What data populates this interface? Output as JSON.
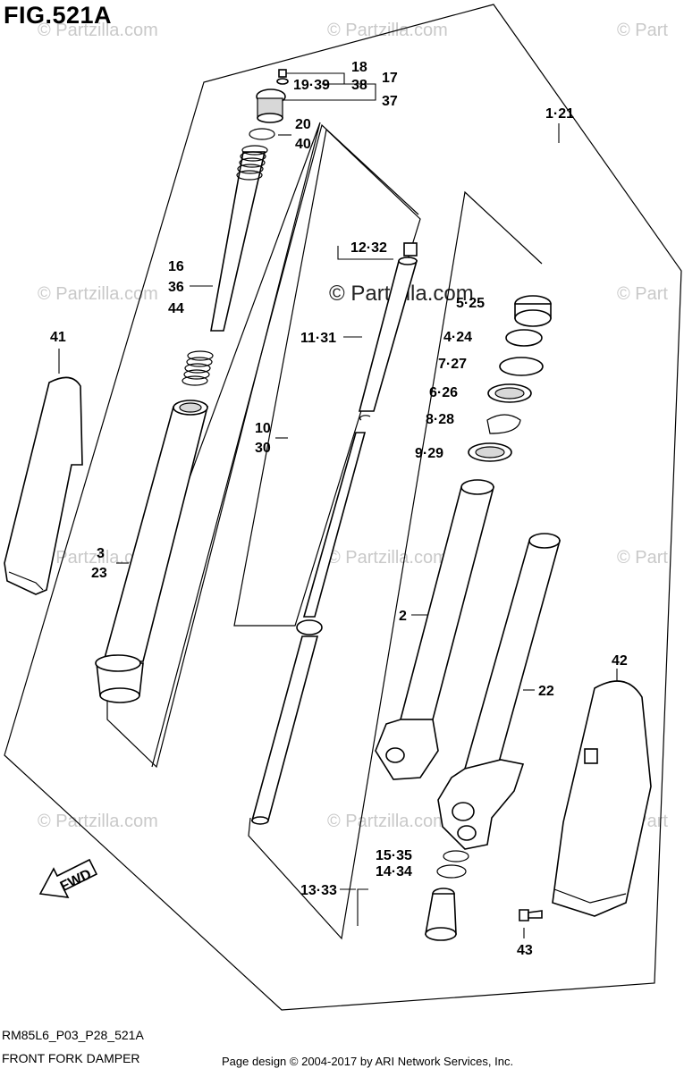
{
  "figure": {
    "title": "FIG.521A",
    "code": "RM85L6_P03_P28_521A",
    "name": "FRONT FORK DAMPER",
    "page_credit": "Page design © 2004-2017 by ARI Network Services, Inc."
  },
  "watermark": {
    "main": "© Partzilla.com",
    "repeat": "© Partzilla.com",
    "edge": "© Part"
  },
  "fwd_label": "FWD",
  "callouts": {
    "c18": "18",
    "c19_39": "19·39",
    "c38": "38",
    "c17": "17",
    "c37": "37",
    "c1_21": "1·21",
    "c20": "20",
    "c40": "40",
    "c16": "16",
    "c36": "36",
    "c44": "44",
    "c12_32": "12·32",
    "c5_25": "5·25",
    "c41": "41",
    "c11_31": "11·31",
    "c4_24": "4·24",
    "c7_27": "7·27",
    "c6_26": "6·26",
    "c8_28": "8·28",
    "c10": "10",
    "c30": "30",
    "c9_29": "9·29",
    "c3": "3",
    "c23": "23",
    "c2": "2",
    "c42": "42",
    "c22": "22",
    "c15_35": "15·35",
    "c14_34": "14·34",
    "c13_33": "13·33",
    "c43": "43"
  }
}
